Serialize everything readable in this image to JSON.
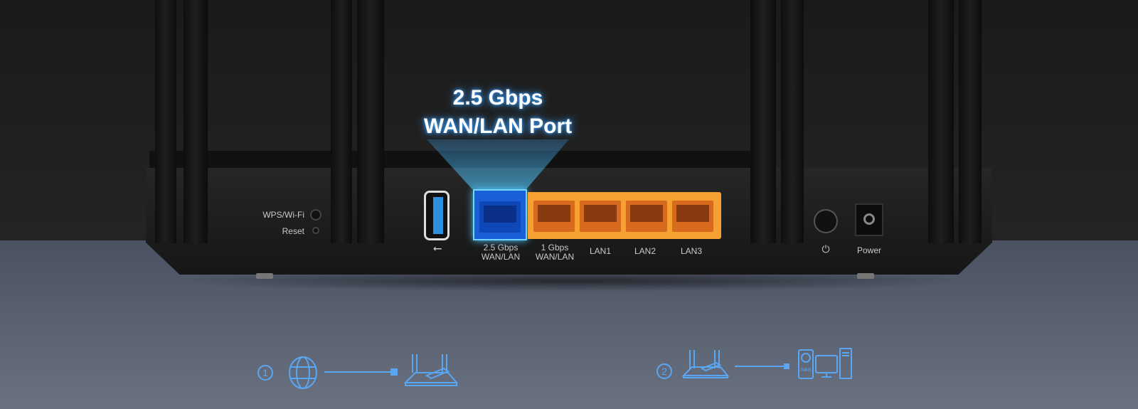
{
  "callout": {
    "line1": "2.5 Gbps",
    "line2": "WAN/LAN Port"
  },
  "buttons": {
    "wps": "WPS/Wi-Fi",
    "reset": "Reset"
  },
  "ports": [
    {
      "label1": "2.5 Gbps",
      "label2": "WAN/LAN",
      "color": "#1b5fd8"
    },
    {
      "label1": "1 Gbps",
      "label2": "WAN/LAN",
      "color": "#f5a030"
    },
    {
      "label1": "LAN1",
      "label2": "",
      "color": "#f5a030"
    },
    {
      "label1": "LAN2",
      "label2": "",
      "color": "#f5a030"
    },
    {
      "label1": "LAN3",
      "label2": "",
      "color": "#f5a030"
    }
  ],
  "usb_symbol": "⭠",
  "power": {
    "button_symbol": "⏻",
    "jack_label": "Power"
  },
  "diagram": {
    "step1": "1",
    "step2": "2",
    "nas_label": "NAS",
    "accent": "#5aa6f2"
  }
}
